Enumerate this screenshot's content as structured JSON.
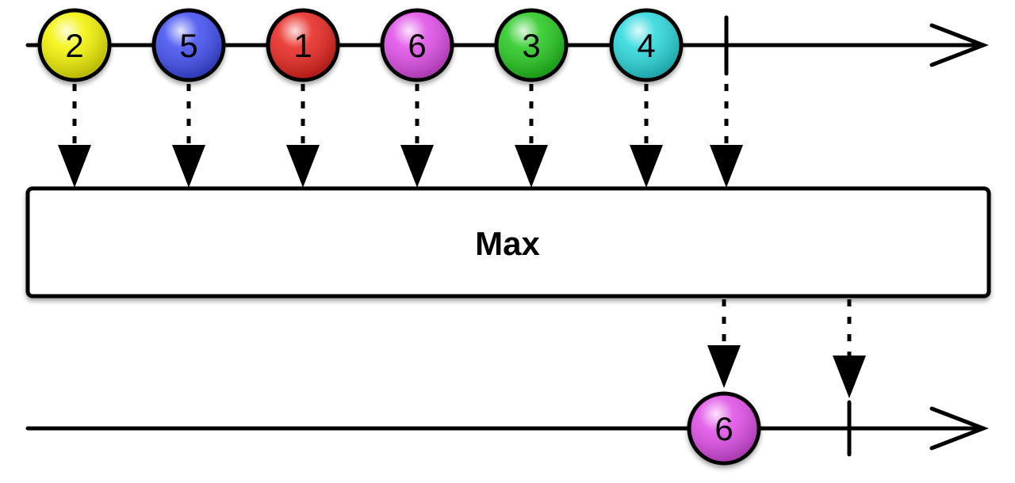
{
  "operator": {
    "label": "Max"
  },
  "input_stream": {
    "items": [
      {
        "value": "2",
        "color": "#f2f200"
      },
      {
        "value": "5",
        "color": "#3d4cf0"
      },
      {
        "value": "1",
        "color": "#e8201e"
      },
      {
        "value": "6",
        "color": "#e04be8"
      },
      {
        "value": "3",
        "color": "#24c81c"
      },
      {
        "value": "4",
        "color": "#27d8dc"
      }
    ],
    "completes": true
  },
  "output_stream": {
    "items": [
      {
        "value": "6",
        "color": "#e04be8"
      }
    ],
    "completes": true
  }
}
